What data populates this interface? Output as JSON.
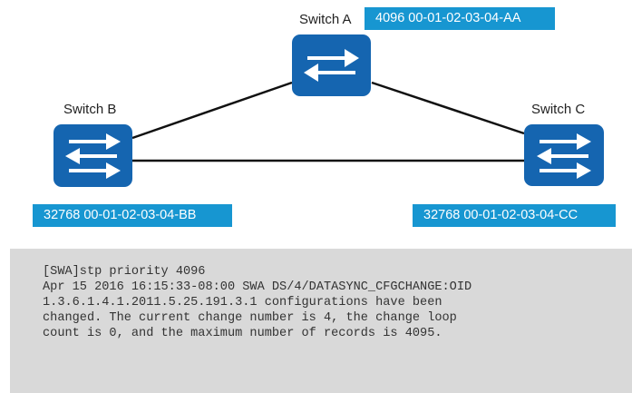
{
  "switches": {
    "a": {
      "name": "Switch A",
      "bridge_id": "4096 00-01-02-03-04-AA",
      "icon": "switch-icon"
    },
    "b": {
      "name": "Switch B",
      "bridge_id": "32768 00-01-02-03-04-BB",
      "icon": "switch-icon"
    },
    "c": {
      "name": "Switch C",
      "bridge_id": "32768 00-01-02-03-04-CC",
      "icon": "switch-icon"
    }
  },
  "links": [
    {
      "from": "a",
      "to": "b"
    },
    {
      "from": "a",
      "to": "c"
    },
    {
      "from": "b",
      "to": "c"
    }
  ],
  "colors": {
    "switch_fill": "#1565b0",
    "badge": "#1796d1",
    "link": "#111111",
    "panel": "#d9d9d9"
  },
  "cli": {
    "lines": [
      "[SWA]stp priority 4096",
      "Apr 15 2016 16:15:33-08:00 SWA DS/4/DATASYNC_CFGCHANGE:OID",
      "1.3.6.1.4.1.2011.5.25.191.3.1 configurations have been",
      "changed. The current change number is 4, the change loop",
      "count is 0, and the maximum number of records is 4095."
    ]
  }
}
